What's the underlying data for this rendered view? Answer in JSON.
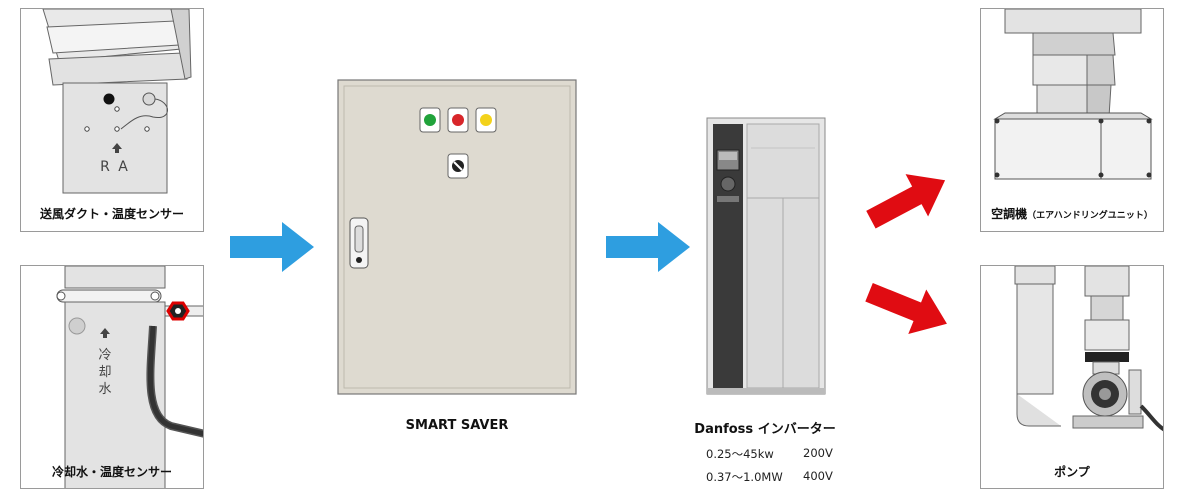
{
  "sensors": {
    "duct_caption": "送風ダクト・温度センサー",
    "duct_tag": "R A",
    "water_caption": "冷却水・温度センサー",
    "water_tag_lines": [
      "冷",
      "却",
      "水"
    ]
  },
  "controller": {
    "name": "SMART SAVER"
  },
  "inverter": {
    "title": "Danfoss インバーター",
    "specs": [
      {
        "range": "0.25〜45kw",
        "voltage": "200V"
      },
      {
        "range": "0.37〜1.0MW",
        "voltage": "400V"
      }
    ]
  },
  "outputs": {
    "ahu_caption_main": "空調機",
    "ahu_caption_sub": "（エアハンドリングユニット）",
    "pump_caption": "ポンプ"
  },
  "colors": {
    "blue_arrow": "#2e9ee0",
    "red_arrow": "#e00c12",
    "cabinet": "#dedad0",
    "led_green": "#21a33b",
    "led_red": "#d8262a",
    "led_yellow": "#f3d21a"
  }
}
